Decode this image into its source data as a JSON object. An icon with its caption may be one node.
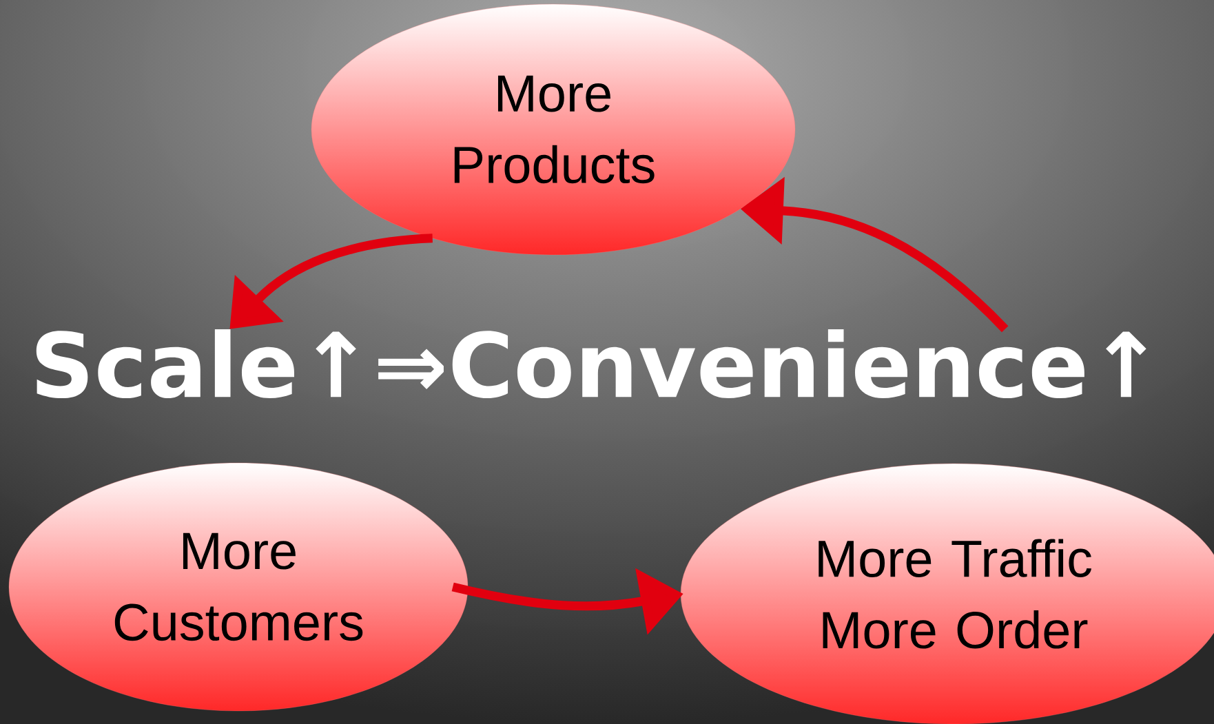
{
  "diagram": {
    "nodes": [
      {
        "text": [
          "More Products"
        ]
      },
      {
        "text": [
          "Scale↑⇒Convenience↑"
        ]
      },
      {
        "text": [
          "More Customers"
        ]
      },
      {
        "text": [
          "More Traffic More Order"
        ]
      }
    ],
    "edges": [
      {
        "from": 0,
        "to": 1,
        "arrow": "to"
      },
      {
        "from": 2,
        "to": 3,
        "arrow": "to"
      },
      {
        "from": 1,
        "to": 0,
        "arrow": "to"
      }
    ]
  }
}
